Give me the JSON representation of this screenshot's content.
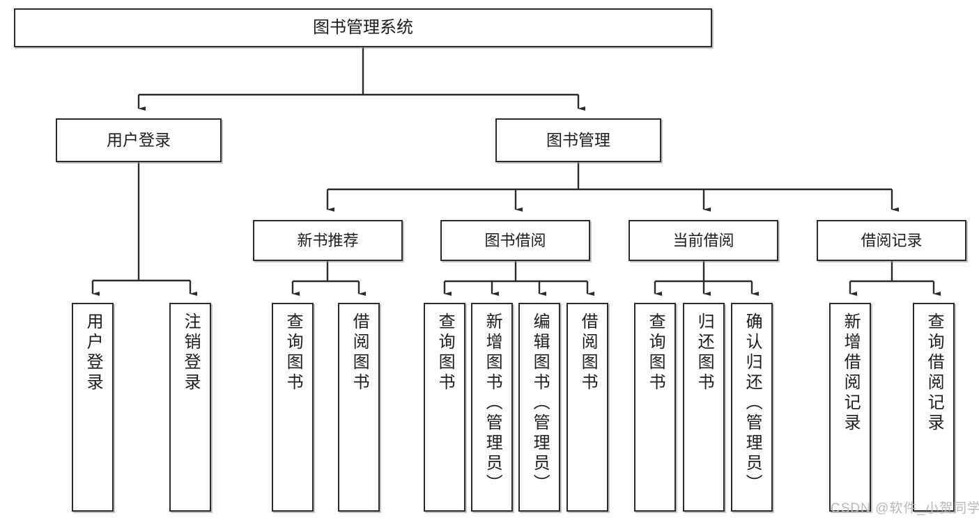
{
  "diagram": {
    "title": "图书管理系统",
    "type": "hierarchy-tree",
    "watermark": "CSDN @软件_小贺同学",
    "colors": {
      "border": "#2b2b2b",
      "text": "#1d1d1d",
      "background": "#ffffff",
      "watermark": "#b9b9b9"
    },
    "root": {
      "label": "图书管理系统"
    },
    "level2": [
      {
        "label": "用户登录"
      },
      {
        "label": "图书管理"
      }
    ],
    "level3": [
      {
        "label": "新书推荐"
      },
      {
        "label": "图书借阅"
      },
      {
        "label": "当前借阅"
      },
      {
        "label": "借阅记录"
      }
    ],
    "leaves": {
      "user_login": [
        {
          "label": "用户登录"
        },
        {
          "label": "注销登录"
        }
      ],
      "new_book_recommend": [
        {
          "label": "查询图书"
        },
        {
          "label": "借阅图书"
        }
      ],
      "book_borrow": [
        {
          "label": "查询图书"
        },
        {
          "label": "新增图书（管理员）"
        },
        {
          "label": "编辑图书（管理员）"
        },
        {
          "label": "借阅图书"
        }
      ],
      "current_borrow": [
        {
          "label": "查询图书"
        },
        {
          "label": "归还图书"
        },
        {
          "label": "确认归还（管理员）"
        }
      ],
      "borrow_record": [
        {
          "label": "新增借阅记录"
        },
        {
          "label": "查询借阅记录"
        }
      ]
    }
  }
}
